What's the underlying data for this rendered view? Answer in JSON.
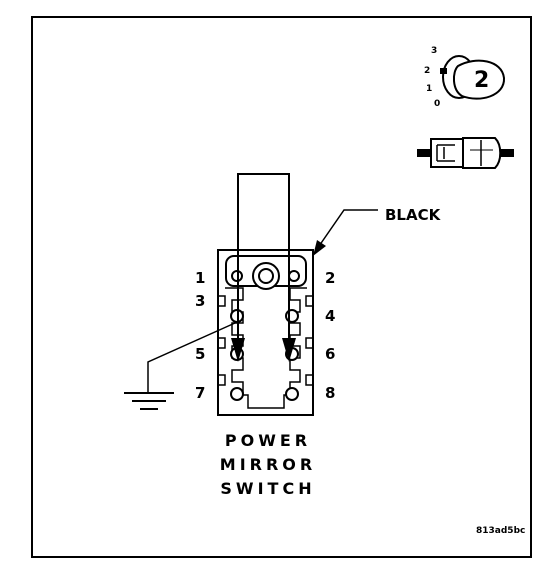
{
  "callout": {
    "wire_label": "BLACK"
  },
  "switch": {
    "title_lines": [
      "POWER",
      "MIRROR",
      "SWITCH"
    ],
    "pin_numbers": [
      "1",
      "2",
      "3",
      "4",
      "5",
      "6",
      "7",
      "8"
    ]
  },
  "knob": {
    "positions": [
      "3",
      "2",
      "1",
      "0"
    ],
    "selected_position": "2"
  },
  "figure_id": "813ad5bc"
}
